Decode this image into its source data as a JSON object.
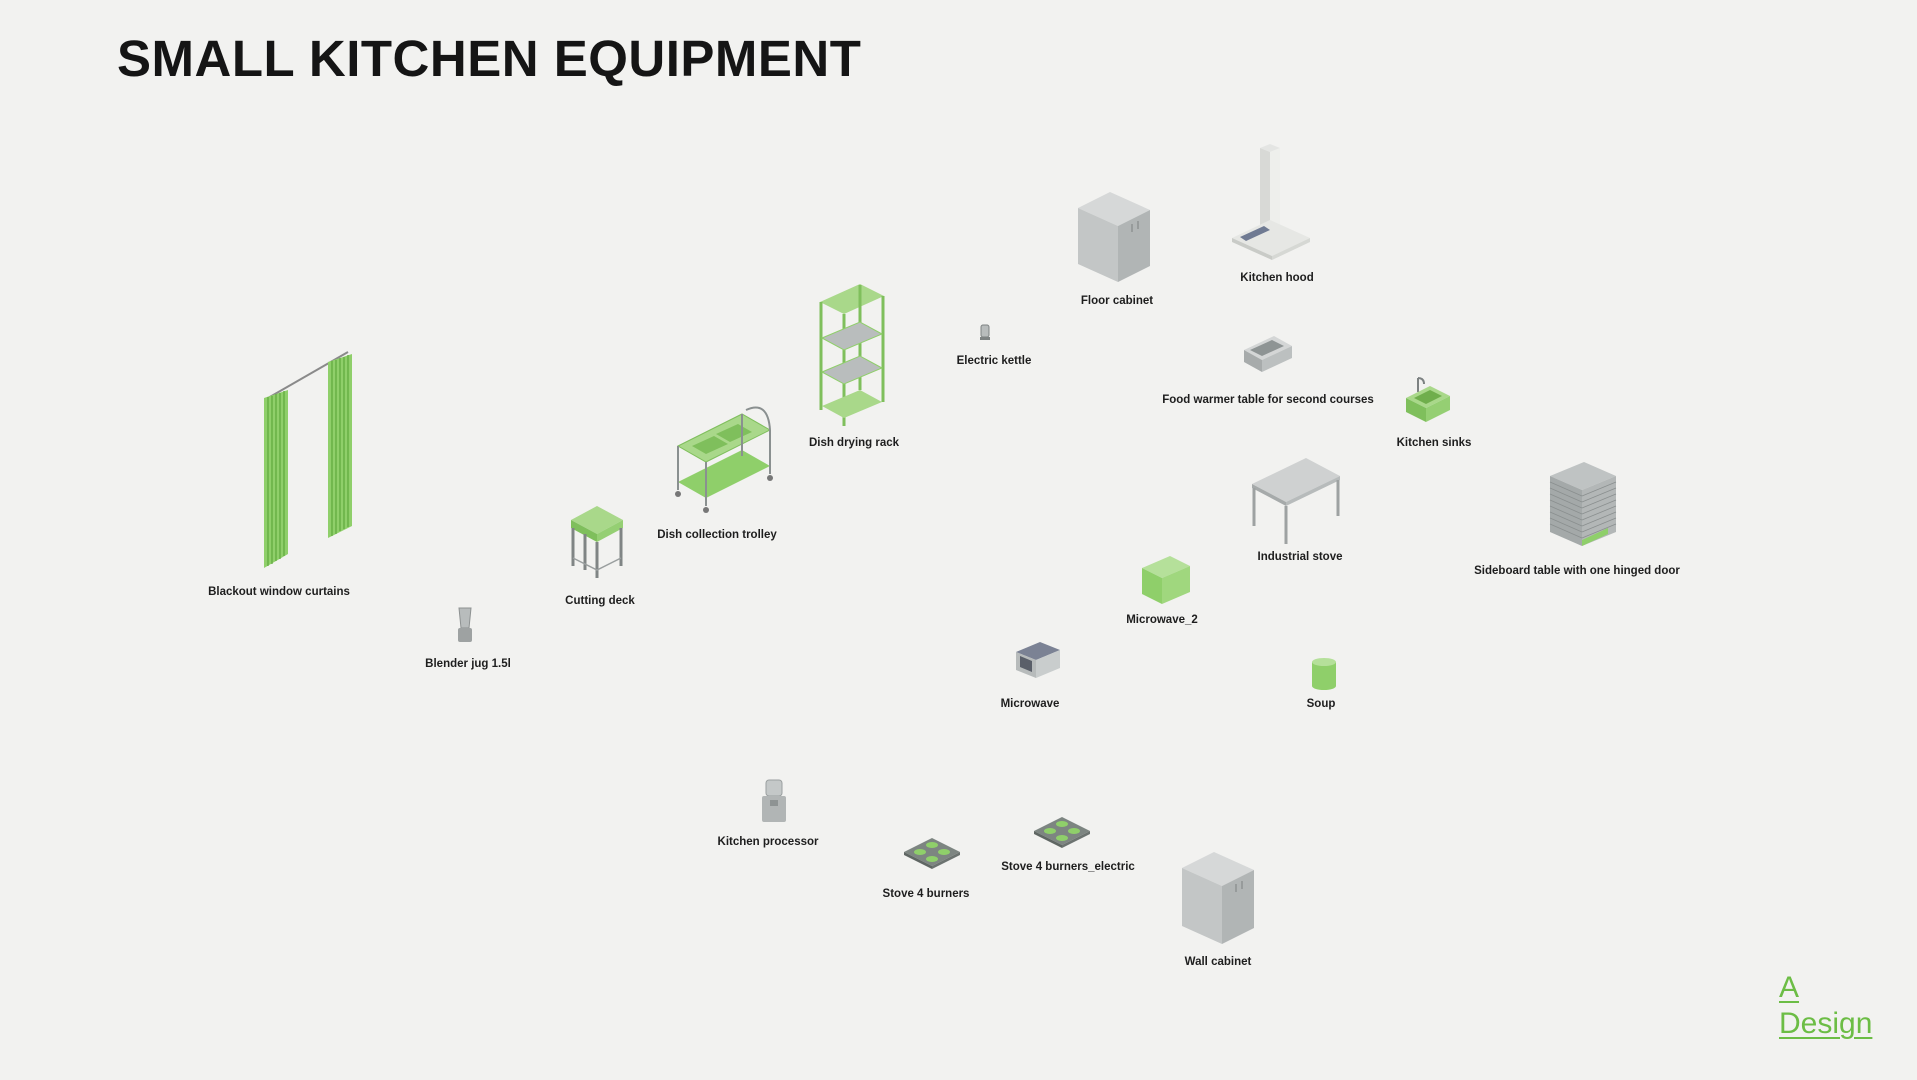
{
  "page": {
    "title": "SMALL KITCHEN EQUIPMENT"
  },
  "items": [
    {
      "name": "Blackout window curtains"
    },
    {
      "name": "Blender  jug 1.5l"
    },
    {
      "name": "Cutting deck"
    },
    {
      "name": "Dish collection trolley"
    },
    {
      "name": "Dish drying rack"
    },
    {
      "name": "Electric kettle"
    },
    {
      "name": "Floor cabinet"
    },
    {
      "name": "Kitchen hood"
    },
    {
      "name": "Food warmer table for second courses"
    },
    {
      "name": "Kitchen sinks"
    },
    {
      "name": "Industrial stove"
    },
    {
      "name": "Sideboard table with one hinged door"
    },
    {
      "name": "Microwave_2"
    },
    {
      "name": "Microwave"
    },
    {
      "name": "Soup"
    },
    {
      "name": "Kitchen processor"
    },
    {
      "name": "Stove 4 burners"
    },
    {
      "name": "Stove 4 burners_electric"
    },
    {
      "name": "Wall cabinet"
    }
  ],
  "logo": {
    "line1": "A",
    "line2": "Design"
  },
  "colors": {
    "accent": "#6cbd45",
    "green_fill": "#a9d88a",
    "grey_fill": "#c9cccc"
  }
}
